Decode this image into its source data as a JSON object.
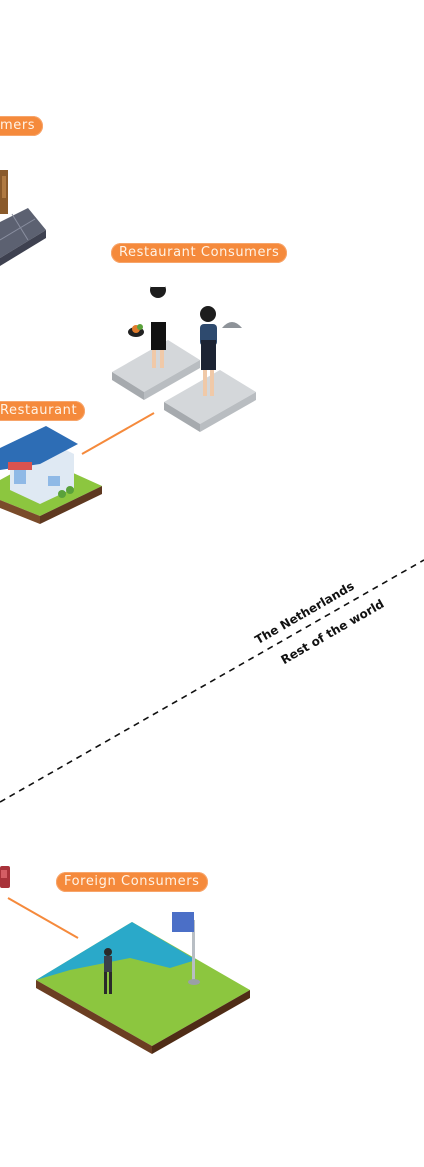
{
  "labels": {
    "consumers_partial": "mers",
    "restaurant_consumers": "Restaurant Consumers",
    "restaurant": "Restaurant",
    "foreign_consumers": "Foreign Consumers"
  },
  "divider": {
    "upper": "The Netherlands",
    "lower": "Rest of the world"
  },
  "colors": {
    "accent_orange": "#f58a3c",
    "grass": "#8cc63f",
    "water": "#2aa9c9",
    "tile": "#cfd3d6",
    "house_roof": "#2d6db5"
  },
  "icons": [
    "store-platform-icon",
    "chef-icon",
    "waiter-icon",
    "restaurant-building-icon",
    "foreign-land-icon",
    "flag-icon",
    "person-icon"
  ]
}
